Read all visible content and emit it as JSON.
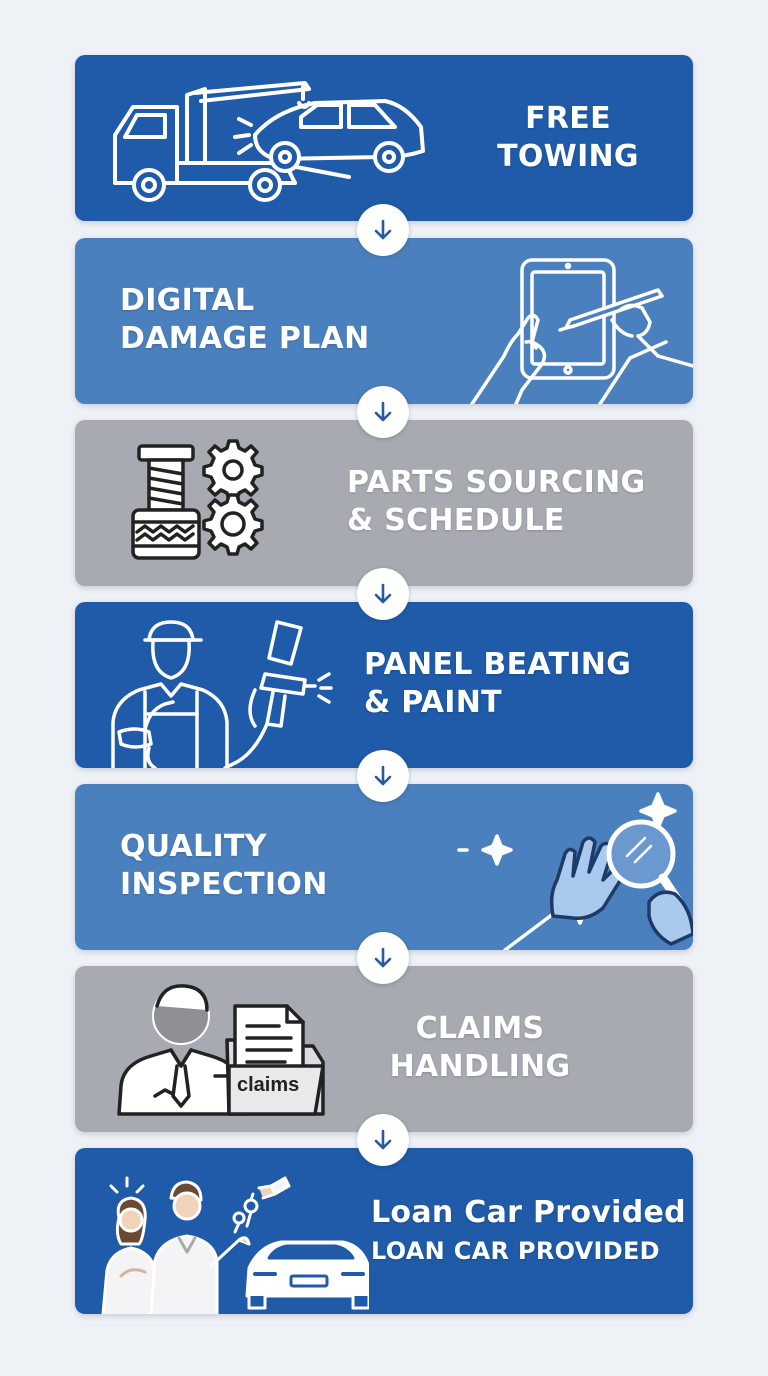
{
  "colors": {
    "dark_blue": "#1f5ba8",
    "mid_blue": "#4a80bd",
    "gray": "#a7aab1",
    "connector_arrow": "#2a5a9e",
    "background": "#eef1f6"
  },
  "steps": [
    {
      "line1": "FREE",
      "line2": "TOWING",
      "icon": "tow-truck-icon",
      "color": "dark_blue"
    },
    {
      "line1": "DIGITAL",
      "line2": "DAMAGE PLAN",
      "icon": "tablet-stylus-icon",
      "color": "mid_blue"
    },
    {
      "line1": "PARTS SOURCING",
      "line2": "& SCHEDULE",
      "icon": "parts-gears-icon",
      "color": "gray"
    },
    {
      "line1": "PANEL BEATING",
      "line2": "& PAINT",
      "icon": "painter-spray-gun-icon",
      "color": "dark_blue"
    },
    {
      "line1": "QUALITY",
      "line2": "INSPECTION",
      "icon": "magnifier-glove-icon",
      "color": "mid_blue"
    },
    {
      "line1": "CLAIMS",
      "line2": "HANDLING",
      "icon": "claims-folder-icon",
      "color": "gray",
      "folder_label": "claims"
    },
    {
      "line1": "Loan Car Provided",
      "line2": "LOAN CAR PROVIDED",
      "icon": "couple-car-keys-icon",
      "color": "dark_blue"
    }
  ],
  "connector_icon": "arrow-down-icon"
}
